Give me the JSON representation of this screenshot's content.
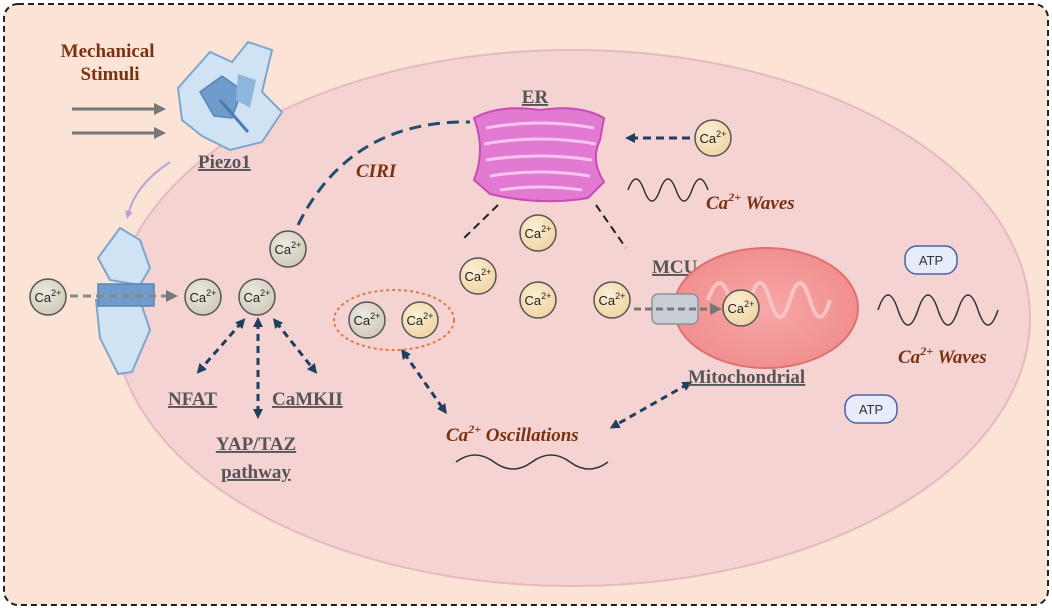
{
  "title_mechanical": [
    "Mechanical",
    "Stimuli"
  ],
  "labels": {
    "piezo1": "Piezo1",
    "er": "ER",
    "ciri": "CIRI",
    "mcu": "MCU",
    "mitochondrial": "Mitochondrial",
    "nfat": "NFAT",
    "camkii": "CaMKII",
    "yap_taz": "YAP/TAZ",
    "pathway": "pathway",
    "ca_waves_base": "Ca",
    "ca_waves_sup": "2+",
    "ca_waves_tail": " Waves",
    "ca_osc_base": "Ca",
    "ca_osc_sup": "2+",
    "ca_osc_tail": " Oscillations",
    "atp": "ATP"
  },
  "ion": {
    "base": "Ca",
    "sup": "2+"
  },
  "colors": {
    "outer_bg": "#fbe3d6",
    "cell_fill": "#f5d3d3",
    "cell_stroke": "#e6b8c0",
    "ion_grey": "#d9d4c8",
    "ion_tan": "#f3dfb6",
    "arrow_dark": "#1f3f5f",
    "er_pink": "#d94fc0",
    "mito_red": "#f08a8a",
    "brown_text": "#7a3210"
  }
}
